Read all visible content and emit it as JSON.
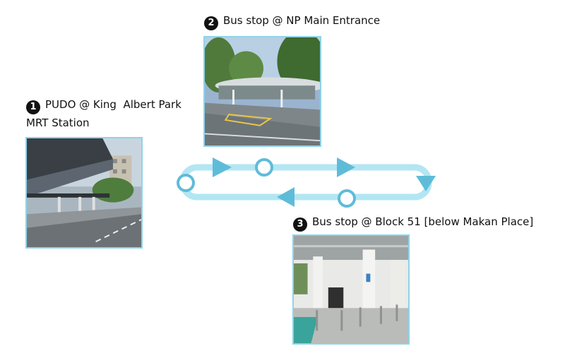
{
  "stops": [
    {
      "number": "1",
      "label": "PUDO @ King  Albert Park",
      "label_line2": "MRT Station"
    },
    {
      "number": "2",
      "label": "Bus stop @ NP Main Entrance"
    },
    {
      "number": "3",
      "label": "Bus stop @ Block 51 [below Makan Place]"
    }
  ],
  "colors": {
    "route": "#b3e6f3",
    "arrow": "#5fbcd8",
    "photo_border": "#8fd3e8"
  }
}
